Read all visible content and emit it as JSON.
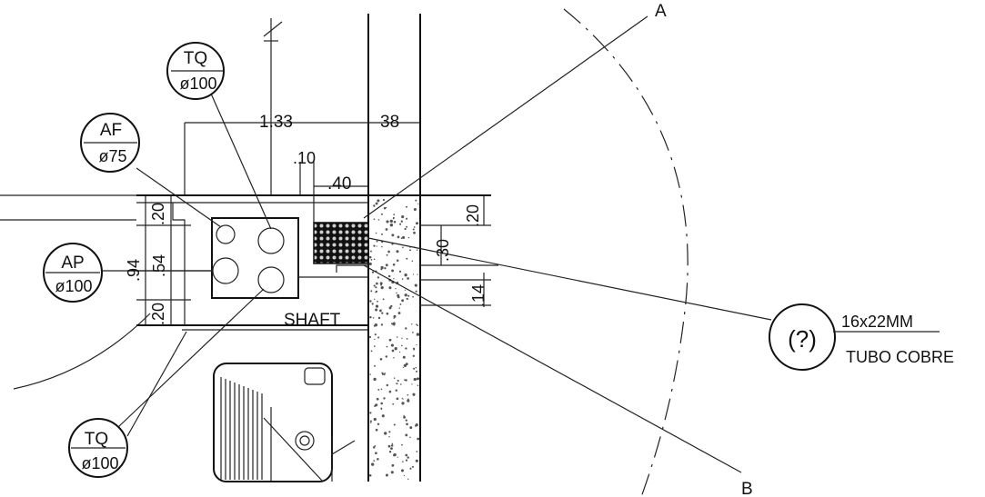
{
  "tags": {
    "tq_top": {
      "code": "TQ",
      "diameter": "ø100"
    },
    "af": {
      "code": "AF",
      "diameter": "ø75"
    },
    "ap": {
      "code": "AP",
      "diameter": "ø100"
    },
    "tq_bottom": {
      "code": "TQ",
      "diameter": "ø100"
    },
    "pipe": {
      "code": "(?)",
      "size": "16x22MM",
      "material": "TUBO COBRE"
    }
  },
  "dimensions": {
    "d133": "1.33",
    "d038": "38",
    "d010": ".10",
    "d040": ".40",
    "d020_left_top": ".20",
    "d094": ".94",
    "d054": ".54",
    "d020_left_bottom": ".20",
    "d020_right": ".20",
    "d030": ".30",
    "d014": ".14"
  },
  "labels": {
    "shaft": "SHAFT",
    "section_a": "A",
    "section_b": "B"
  },
  "colors": {
    "line": "#111111",
    "background": "#ffffff",
    "hatch": "#333333"
  }
}
